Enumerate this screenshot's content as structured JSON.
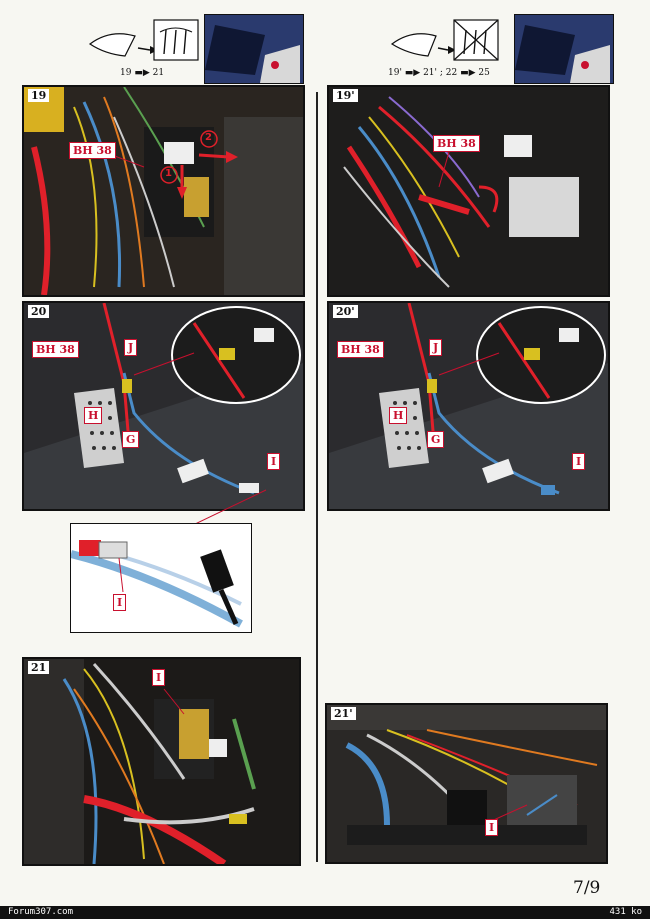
{
  "header": {
    "left_sequence": "19 ▬▶ 21",
    "right_sequence": "19' ▬▶ 21' ; 22 ▬▶ 25"
  },
  "steps": {
    "s19": "19",
    "s19p": "19'",
    "s20": "20",
    "s20p": "20'",
    "s21": "21",
    "s21p": "21'"
  },
  "labels": {
    "bh38": "BH 38",
    "j": "J",
    "h": "H",
    "g": "G",
    "i": "I",
    "arrow1": "1",
    "arrow2": "2"
  },
  "footer": {
    "page": "7/9",
    "site": "Forum307.com",
    "size": "431 ko"
  },
  "colors": {
    "label_red": "#c8102e",
    "wire_red": "#e0202a",
    "wire_blue": "#4a8cc8",
    "wire_yellow": "#d8c020"
  }
}
